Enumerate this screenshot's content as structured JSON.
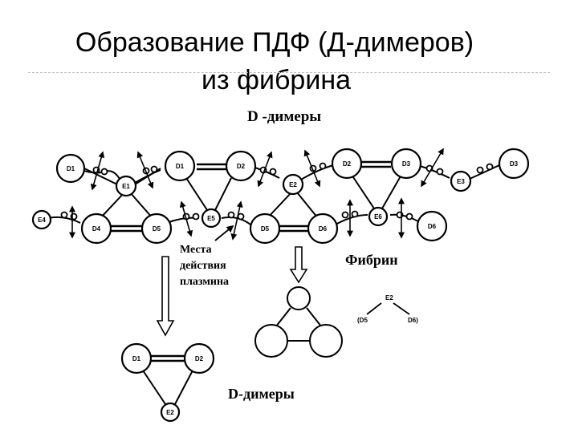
{
  "slide": {
    "title_line1": "Образование ПДФ (Д-димеров)",
    "title_line2": "из фибрина"
  },
  "diagram": {
    "label_top": "D -димеры",
    "label_fibrin": "Фибрин",
    "label_plasmin_line1": "Места",
    "label_plasmin_line2": "действия",
    "label_plasmin_line3": "плазмина",
    "label_bottom": "D-димеры",
    "nodes": {
      "d1_left": "D1",
      "e1": "E1",
      "d1_mid": "D1",
      "d2_mid": "D2",
      "e2_mid": "E2",
      "d2_right": "D2",
      "d3_right_a": "D3",
      "d3_right_b": "D3",
      "e3": "E3",
      "e4": "E4",
      "d4": "D4",
      "d5_left": "D5",
      "e5": "E5",
      "d5_mid": "D5",
      "d6_mid": "D6",
      "e6": "E6",
      "d6_right": "D6",
      "dimer_d1": "D1",
      "dimer_d2": "D2",
      "dimer_e2": "E2"
    },
    "schematic": {
      "e2": "E2",
      "d5": "(D5",
      "d6": "D6)"
    }
  }
}
